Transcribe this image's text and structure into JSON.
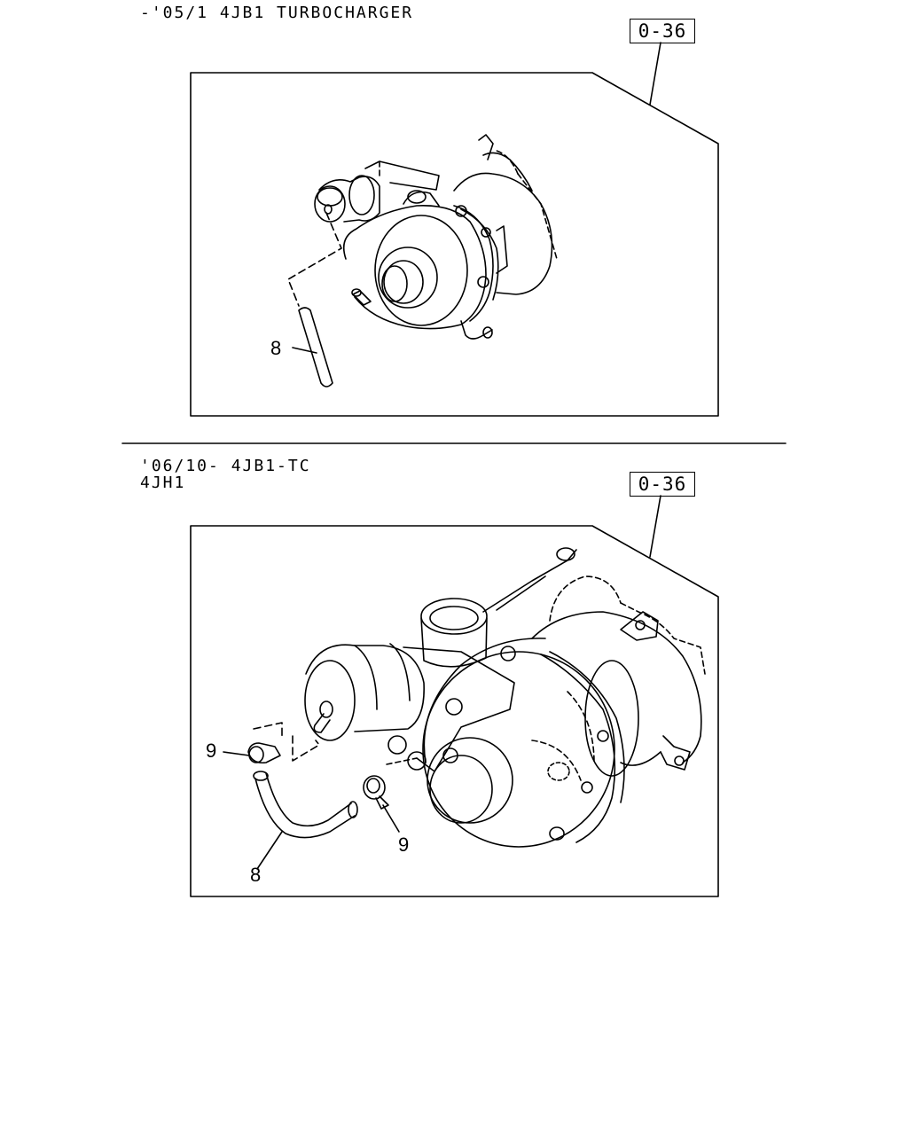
{
  "page": {
    "background": "#ffffff",
    "ink_color": "#000000"
  },
  "section_top": {
    "caption": "-'05/1 4JB1 TURBOCHARGER",
    "ref_label": "0-36",
    "callouts": {
      "hose": "8"
    }
  },
  "section_bottom": {
    "caption_line1": "'06/10- 4JB1-TC",
    "caption_line2": "4JH1",
    "ref_label": "0-36",
    "callouts": {
      "hose": "8",
      "clip_left": "9",
      "clip_right": "9"
    }
  }
}
